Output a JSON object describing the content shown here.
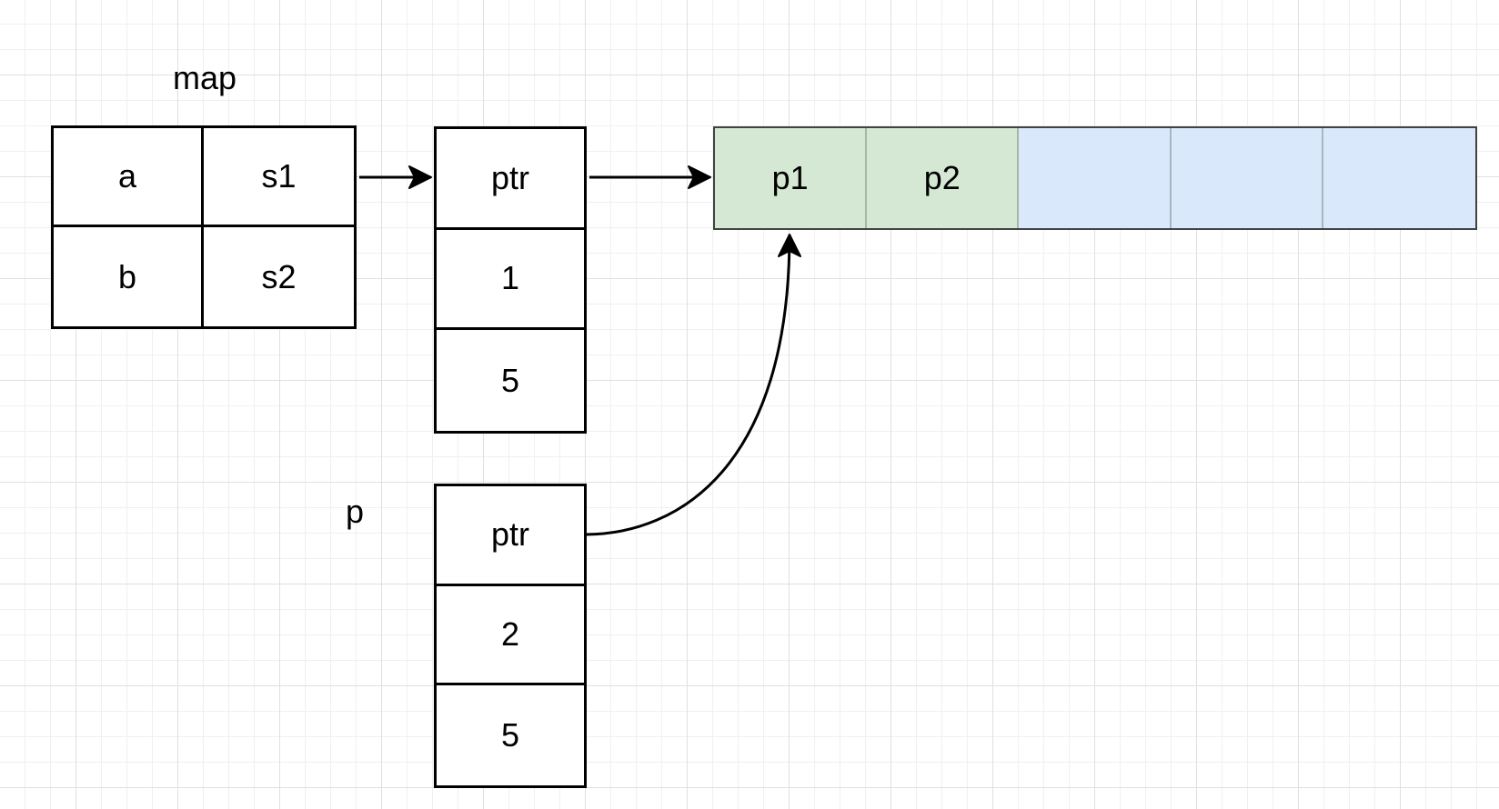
{
  "labels": {
    "map": "map",
    "p": "p"
  },
  "map_table": {
    "rows": [
      {
        "key": "a",
        "value": "s1"
      },
      {
        "key": "b",
        "value": "s2"
      }
    ]
  },
  "s1_struct": {
    "fields": [
      "ptr",
      "1",
      "5"
    ]
  },
  "p_struct": {
    "fields": [
      "ptr",
      "2",
      "5"
    ]
  },
  "buffer_array": {
    "cells": [
      {
        "label": "p1",
        "fill": "green"
      },
      {
        "label": "p2",
        "fill": "green"
      },
      {
        "label": "",
        "fill": "blue"
      },
      {
        "label": "",
        "fill": "blue"
      },
      {
        "label": "",
        "fill": "blue"
      }
    ]
  },
  "edges": [
    {
      "from": "map-cell-s1",
      "to": "s1-struct-ptr-field",
      "shape": "straight-arrow"
    },
    {
      "from": "s1-struct-ptr-field",
      "to": "buffer-array-left",
      "shape": "straight-arrow"
    },
    {
      "from": "p-struct-ptr-field",
      "to": "buffer-array-cell-p1-bottom",
      "shape": "curved-arrow"
    }
  ],
  "colors": {
    "canvas-bg": "#ffffff",
    "grid-minor": "#f0f0f0",
    "grid-major": "#e0e0e0",
    "shape-stroke": "#000000",
    "array-stroke": "#424242",
    "green-fill": "#d5e8d4",
    "blue-fill": "#dae8fc",
    "text": "#000000"
  }
}
